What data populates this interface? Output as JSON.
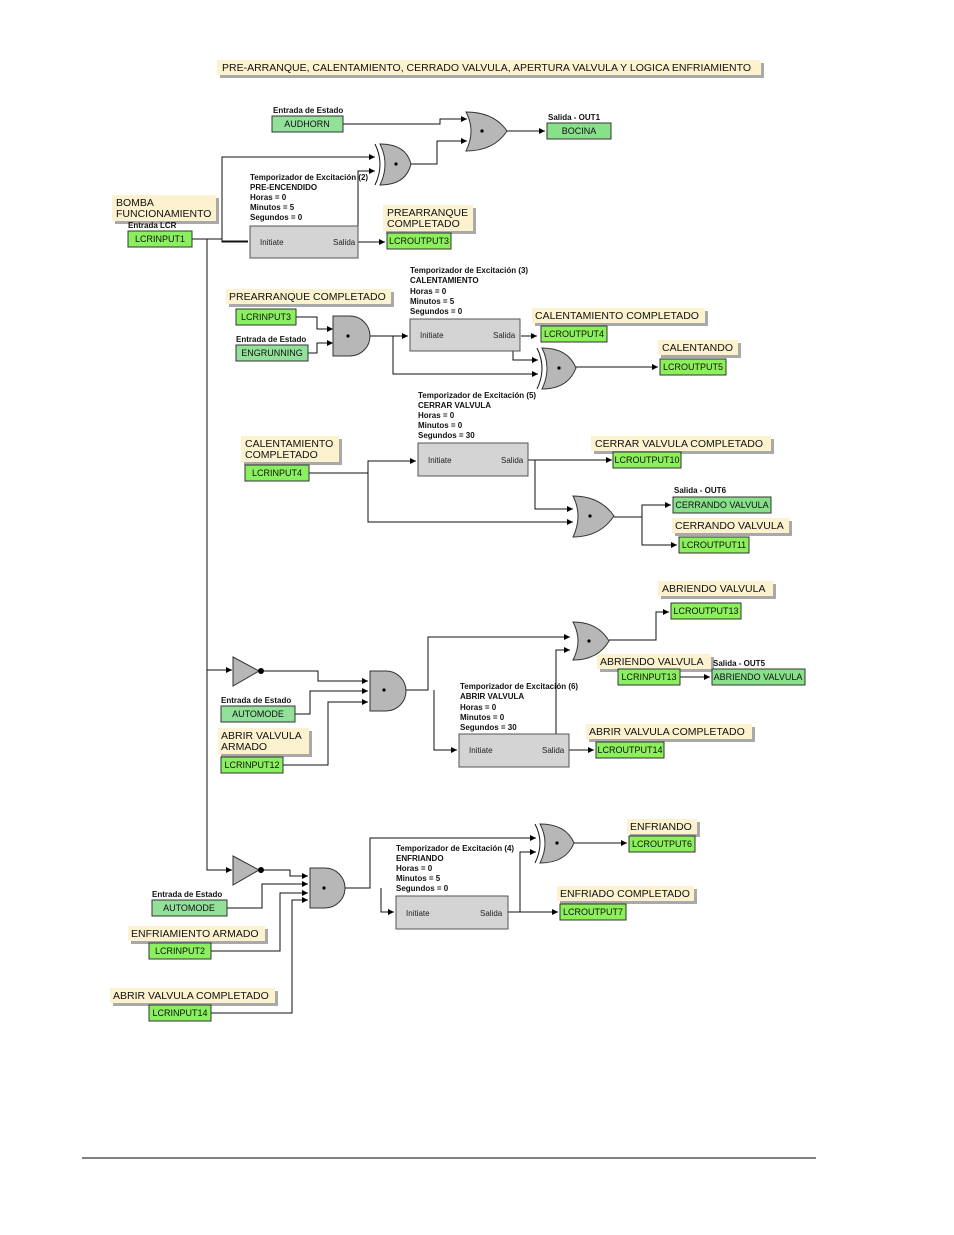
{
  "title": "PRE-ARRANQUE, CALENTAMIENTO, CERRADO VALVULA, APERTURA VALVULA Y LOGICA ENFRIAMIENTO",
  "colors": {
    "io_in": "#8bf060",
    "io_out": "#8cf05a",
    "io_state": "#92e09a",
    "io_physical_out": "#88e08a",
    "note": "#fdf2cf",
    "timer": "#d4d4d4",
    "gate": "#b7b7b7"
  },
  "notes": {
    "bomba_line1": "BOMBA",
    "bomba_line2": "FUNCIONAMIENTO",
    "prearranque_completado_line1": "PREARRANQUE",
    "prearranque_completado_line2": "COMPLETADO",
    "prearranque_completado_in": "PREARRANQUE COMPLETADO",
    "calentamiento_completado_out": "CALENTAMIENTO COMPLETADO",
    "calentando": "CALENTANDO",
    "calentamiento_completado_line1": "CALENTAMIENTO",
    "calentamiento_completado_line2": "COMPLETADO",
    "cerrar_valvula_completado": "CERRAR VALVULA COMPLETADO",
    "cerrando_valvula": "CERRANDO VALVULA",
    "abriendo_valvula_top": "ABRIENDO VALVULA",
    "abriendo_valvula_mid": "ABRIENDO VALVULA",
    "abrir_valvula_armado_line1": "ABRIR VALVULA",
    "abrir_valvula_armado_line2": "ARMADO",
    "abrir_valvula_completado_out": "ABRIR VALVULA COMPLETADO",
    "enfriando": "ENFRIANDO",
    "enfriado_completado": "ENFRIADO COMPLETADO",
    "enfriamiento_armado": "ENFRIAMIENTO ARMADO",
    "abrir_valvula_completado_in": "ABRIR VALVULA COMPLETADO"
  },
  "io": {
    "audhorn": "AUDHORN",
    "bocina": "BOCINA",
    "lcrinput1": "LCRINPUT1",
    "lcroutput3": "LCROUTPUT3",
    "lcrinput3": "LCRINPUT3",
    "engrunning": "ENGRUNNING",
    "lcroutput4": "LCROUTPUT4",
    "lcroutput5": "LCROUTPUT5",
    "lcrinput4": "LCRINPUT4",
    "lcroutput10": "LCROUTPUT10",
    "cerrando_valvula_out": "CERRANDO VALVULA",
    "lcroutput11": "LCROUTPUT11",
    "lcroutput13": "LCROUTPUT13",
    "lcrinput13": "LCRINPUT13",
    "abriendo_valvula_out": "ABRIENDO VALVULA",
    "automode1": "AUTOMODE",
    "lcrinput12": "LCRINPUT12",
    "lcroutput14": "LCROUTPUT14",
    "lcroutput6": "LCROUTPUT6",
    "lcroutput7": "LCROUTPUT7",
    "automode2": "AUTOMODE",
    "lcrinput2": "LCRINPUT2",
    "lcrinput14": "LCRINPUT14"
  },
  "captions": {
    "entrada_estado_1": "Entrada de Estado",
    "salida_out1": "Salida - OUT1",
    "entrada_lcr": "Entrada LCR",
    "entrada_estado_2": "Entrada de Estado",
    "salida_out6": "Salida - OUT6",
    "salida_out5": "Salida - OUT5",
    "entrada_estado_3": "Entrada de Estado",
    "entrada_estado_4": "Entrada de Estado"
  },
  "timers": {
    "t2": {
      "title": "Temporizador de Excitación (2)",
      "name": "PRE-ENCENDIDO",
      "horas": "Horas = 0",
      "minutos": "Minutos = 5",
      "segundos": "Segundos = 0",
      "initiate": "Initiate",
      "salida": "Salida"
    },
    "t3": {
      "title": "Temporizador de Excitación (3)",
      "name": "CALENTAMIENTO",
      "horas": "Horas = 0",
      "minutos": "Minutos = 5",
      "segundos": "Segundos = 0",
      "initiate": "Initiate",
      "salida": "Salida"
    },
    "t5": {
      "title": "Temporizador de Excitación (5)",
      "name": "CERRAR VALVULA",
      "horas": "Horas = 0",
      "minutos": "Minutos = 0",
      "segundos": "Segundos = 30",
      "initiate": "Initiate",
      "salida": "Salida"
    },
    "t6": {
      "title": "Temporizador de Excitación (6)",
      "name": "ABRIR VALVULA",
      "horas": "Horas = 0",
      "minutos": "Minutos = 0",
      "segundos": "Segundos = 30",
      "initiate": "Initiate",
      "salida": "Salida"
    },
    "t4": {
      "title": "Temporizador de Excitación (4)",
      "name": "ENFRIANDO",
      "horas": "Horas = 0",
      "minutos": "Minutos = 5",
      "segundos": "Segundos = 0",
      "initiate": "Initiate",
      "salida": "Salida"
    }
  }
}
